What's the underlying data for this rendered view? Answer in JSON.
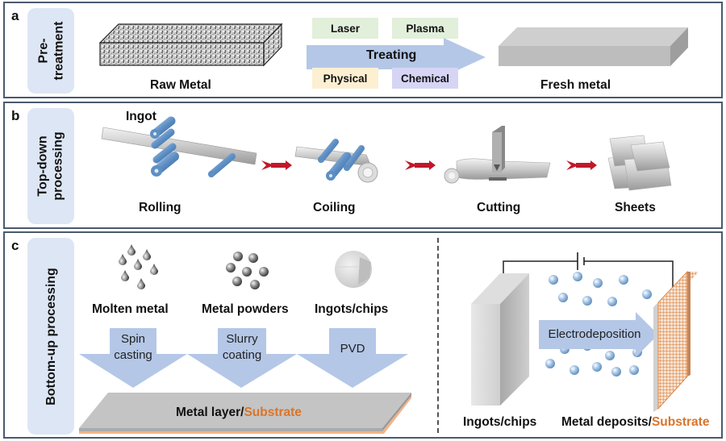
{
  "panels": {
    "a": {
      "letter": "a",
      "side_label_line1": "Pre-",
      "side_label_line2": "treatment",
      "raw_label": "Raw Metal",
      "fresh_label": "Fresh metal",
      "arrow_label": "Treating",
      "methods": [
        {
          "label": "Laser",
          "color": "#e2efdb"
        },
        {
          "label": "Plasma",
          "color": "#e2efdb"
        },
        {
          "label": "Physical",
          "color": "#fcefd2"
        },
        {
          "label": "Chemical",
          "color": "#d6d5f5"
        }
      ]
    },
    "b": {
      "letter": "b",
      "side_label_line1": "Top-down",
      "side_label_line2": "processing",
      "ingot_label": "Ingot",
      "steps": [
        "Rolling",
        "Coiling",
        "Cutting",
        "Sheets"
      ]
    },
    "c": {
      "letter": "c",
      "side_label": "Bottom-up processing",
      "sources": [
        {
          "label": "Molten metal",
          "process_line1": "Spin",
          "process_line2": "casting"
        },
        {
          "label": "Metal powders",
          "process_line1": "Slurry",
          "process_line2": "coating"
        },
        {
          "label": "Ingots/chips",
          "process_line1": "PVD",
          "process_line2": ""
        }
      ],
      "layer_label_main": "Metal layer/",
      "layer_label_accent": "Substrate",
      "electro_arrow_label": "Electrodeposition",
      "anode_label": "Ingots/chips",
      "cathode_label_main": "Metal deposits/",
      "cathode_label_accent": "Substrate"
    }
  },
  "colors": {
    "arrow_blue": "#b4c7e7",
    "side_label_bg": "#dde6f5",
    "accent_orange": "#d9752a",
    "red_arrow": "#c0182a",
    "roller_blue": "#5e8fc4"
  }
}
